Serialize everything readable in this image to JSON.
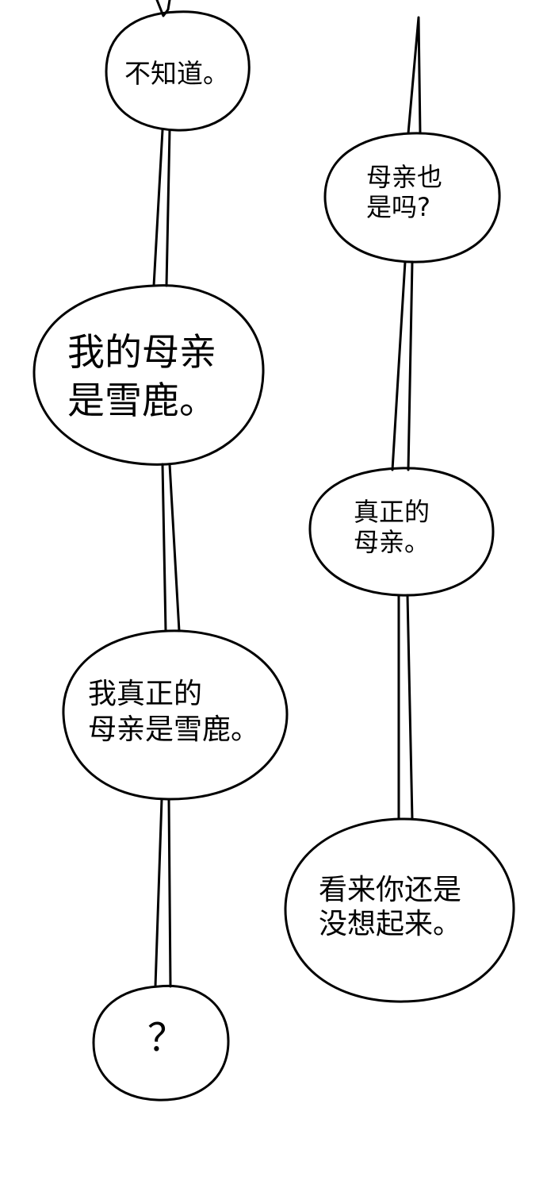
{
  "bubbles": [
    {
      "lines": [
        "不知道。"
      ]
    },
    {
      "lines": [
        "我的母亲",
        "是雪鹿。"
      ]
    },
    {
      "lines": [
        "我真正的",
        "母亲是雪鹿。"
      ]
    },
    {
      "lines": [
        "？"
      ]
    },
    {
      "lines": [
        "母亲也",
        "是吗?"
      ]
    },
    {
      "lines": [
        "真正的",
        "母亲。"
      ]
    },
    {
      "lines": [
        "看来你还是",
        "没想起来。"
      ]
    }
  ],
  "colors": {
    "background": "#ffffff",
    "ink": "#000000"
  }
}
